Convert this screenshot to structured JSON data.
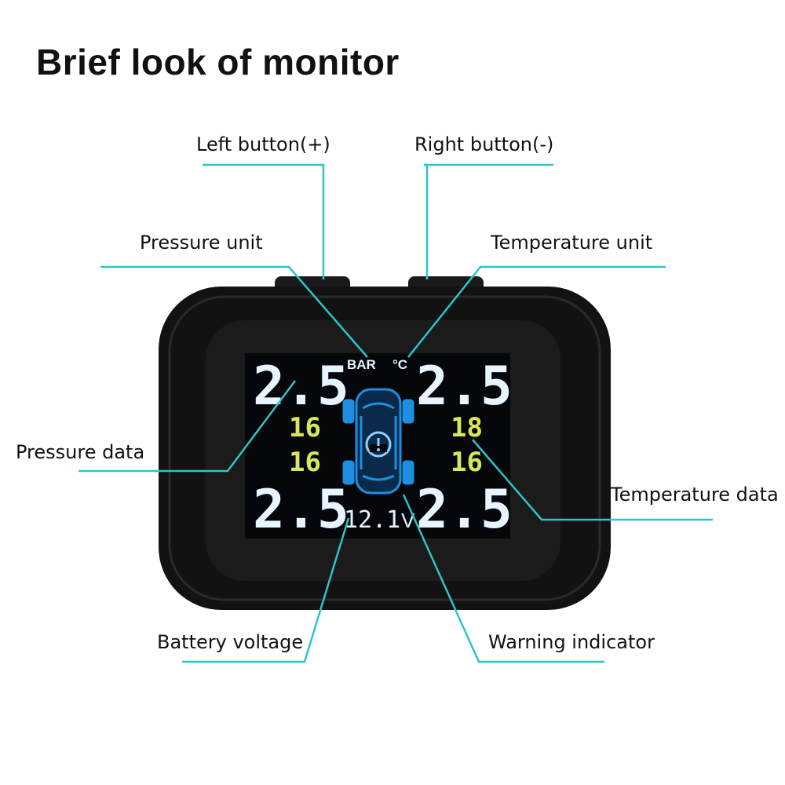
{
  "title": "Brief look of monitor",
  "labels": {
    "left_button": "Left button(+)",
    "right_button": "Right button(-)",
    "pressure_unit": "Pressure unit",
    "temperature_unit": "Temperature unit",
    "pressure_data": "Pressure data",
    "temperature_data": "Temperature data",
    "battery_voltage": "Battery voltage",
    "warning_indicator": "Warning indicator"
  },
  "display": {
    "pressure_unit_text": "BAR",
    "temperature_unit_text": "°C",
    "pressure_front_left": "2.5",
    "pressure_front_right": "2.5",
    "pressure_rear_left": "2.5",
    "pressure_rear_right": "2.5",
    "temp_front_left": "16",
    "temp_rear_left": "16",
    "temp_front_right": "18",
    "temp_rear_right": "16",
    "voltage": "12.1",
    "voltage_unit": "V"
  },
  "colors": {
    "leader_line": "#2ec4c8",
    "pressure_digits": "#e8f4ff",
    "temperature_digits": "#d8e85a",
    "car_icon": "#1e8fe0",
    "screen_bg": "#05070b",
    "device_body": "#141414"
  },
  "icons": [
    "car-icon",
    "tire-warning-icon"
  ]
}
